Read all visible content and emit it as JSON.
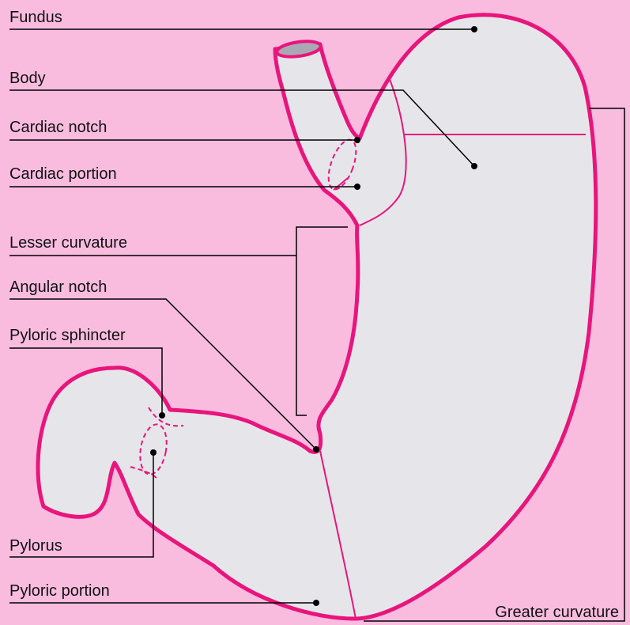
{
  "colors": {
    "background": "#f9bcdf",
    "stomach_fill": "#e6e6ea",
    "outline": "#e8157c",
    "leader": "#000000"
  },
  "labels": {
    "fundus": "Fundus",
    "body": "Body",
    "cardiac_notch": "Cardiac notch",
    "cardiac_portion": "Cardiac portion",
    "lesser_curvature": "Lesser curvature",
    "angular_notch": "Angular notch",
    "pyloric_sphincter": "Pyloric sphincter",
    "pylorus": "Pylorus",
    "pyloric_portion": "Pyloric portion",
    "greater_curvature": "Greater curvature"
  }
}
